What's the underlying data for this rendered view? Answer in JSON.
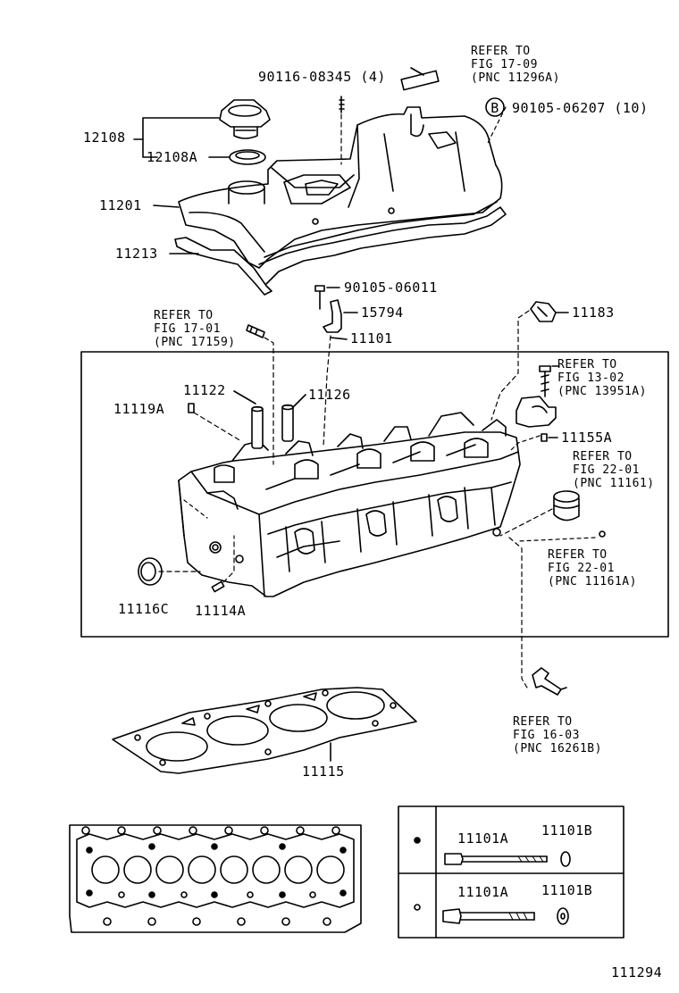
{
  "parts": {
    "p12108": "12108",
    "p12108A": "12108A",
    "p11201": "11201",
    "p11213": "11213",
    "p90116": "90116-08345 (4)",
    "p90105_b": "90105-06207 (10)",
    "b_marker": "B",
    "p90105_06011": "90105-06011",
    "p15794": "15794",
    "p11183": "11183",
    "p11101": "11101",
    "p11122": "11122",
    "p11126": "11126",
    "p11119A": "11119A",
    "p11155A": "11155A",
    "p11116C": "11116C",
    "p11114A": "11114A",
    "p11115": "11115"
  },
  "refs": {
    "r1": [
      "REFER TO",
      "FIG 17-09",
      "(PNC 11296A)"
    ],
    "r2": [
      "REFER TO",
      "FIG 17-01",
      "(PNC 17159)"
    ],
    "r3": [
      "REFER TO",
      "FIG 13-02",
      "(PNC 13951A)"
    ],
    "r4": [
      "REFER TO",
      "FIG 22-01",
      "(PNC 11161)"
    ],
    "r5": [
      "REFER TO",
      "FIG 22-01",
      "(PNC 11161A)"
    ],
    "r6": [
      "REFER TO",
      "FIG 16-03",
      "(PNC 16261B)"
    ]
  },
  "legend": {
    "row1": {
      "bolt": "11101A",
      "washer": "11101B",
      "marker": "filled-dot"
    },
    "row2": {
      "bolt": "11101A",
      "washer": "11101B",
      "marker": "open-dot"
    }
  },
  "figure_id": "111294"
}
